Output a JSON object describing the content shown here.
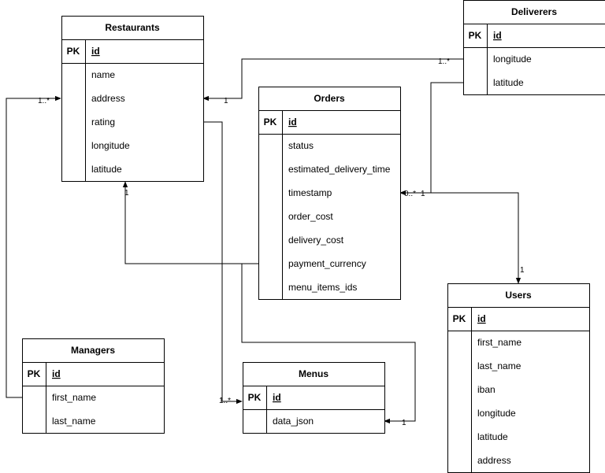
{
  "tables": [
    {
      "name": "Restaurants",
      "pk_label": "PK",
      "pk": "id",
      "fields": [
        "name",
        "address",
        "rating",
        "longitude",
        "latitude"
      ]
    },
    {
      "name": "Deliverers",
      "pk_label": "PK",
      "pk": "id",
      "fields": [
        "longitude",
        "latitude"
      ]
    },
    {
      "name": "Orders",
      "pk_label": "PK",
      "pk": "id",
      "fields": [
        "status",
        "estimated_delivery_time",
        "timestamp",
        "order_cost",
        "delivery_cost",
        "payment_currency",
        "menu_items_ids"
      ]
    },
    {
      "name": "Users",
      "pk_label": "PK",
      "pk": "id",
      "fields": [
        "first_name",
        "last_name",
        "iban",
        "longitude",
        "latitude",
        "address"
      ]
    },
    {
      "name": "Managers",
      "pk_label": "PK",
      "pk": "id",
      "fields": [
        "first_name",
        "last_name"
      ]
    },
    {
      "name": "Menus",
      "pk_label": "PK",
      "pk": "id",
      "fields": [
        "data_json"
      ]
    }
  ],
  "relationships": [
    {
      "from": "Deliverers",
      "to": "Restaurants",
      "from_card": "1..*",
      "to_card": "1"
    },
    {
      "from": "Managers",
      "to": "Restaurants",
      "from_card": "",
      "to_card": "1..*"
    },
    {
      "from": "Orders",
      "to": "Restaurants",
      "from_card": "",
      "to_card": "1"
    },
    {
      "from": "Restaurants",
      "to": "Menus",
      "from_card": "",
      "to_card": "1..*"
    },
    {
      "from": "Orders",
      "to": "Menus",
      "from_card": "",
      "to_card": "1"
    },
    {
      "from": "Deliverers",
      "to": "Orders",
      "from_card": "",
      "to_card": "0..*"
    },
    {
      "from": "Orders",
      "to": "Users",
      "from_card": "1",
      "to_card": "1"
    }
  ]
}
